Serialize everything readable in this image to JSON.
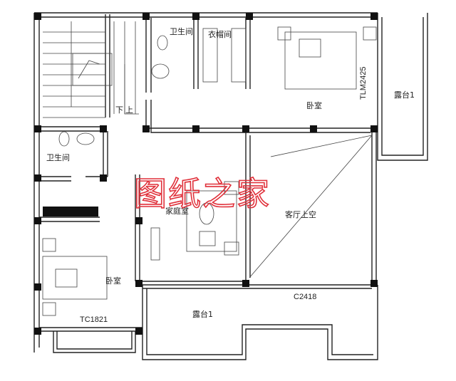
{
  "plan": {
    "rooms": {
      "bath_top": "卫生间",
      "closet": "衣帽间",
      "bedroom_top": "卧室",
      "terrace_right": "露台1",
      "stair_down": "下",
      "stair_up": "上",
      "bath_left": "卫生间",
      "family_room": "家庭室",
      "living_void": "客厅上空",
      "bedroom_left": "卧室",
      "terrace_bottom": "露台1"
    },
    "openings": {
      "door_tlm": "TLM2425",
      "window_tc": "TC1821",
      "window_c": "C2418"
    },
    "watermark": "图纸之家",
    "colors": {
      "walls": "#222222",
      "watermark": "#e0303a"
    }
  }
}
